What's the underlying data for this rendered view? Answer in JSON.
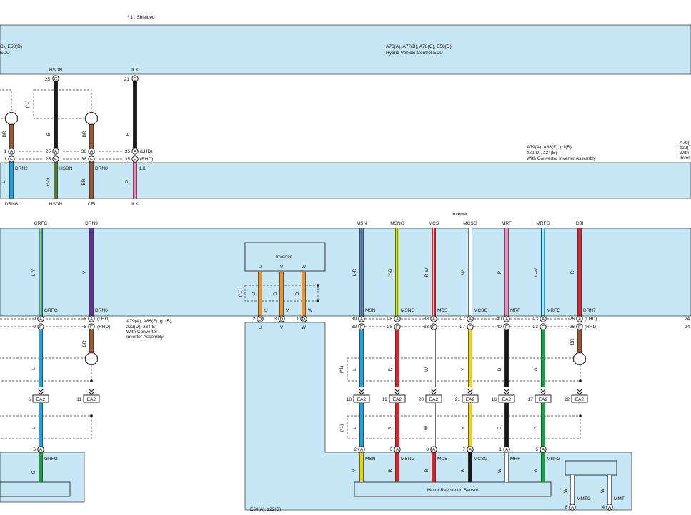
{
  "note": "* 1 : Shielded",
  "ecu_top_left": {
    "line1": "C), E58(D)",
    "line2": "ECU"
  },
  "ecu_top_right": {
    "line1": "A76(A), A77(B), A78(C), E58(D)",
    "line2": "Hybrid Vehicle Control ECU"
  },
  "shield_label": "(*1)",
  "lhd": "(LHD)",
  "rhd": "(RHD)",
  "conv_top": {
    "line1": "A79(A), A88(F), g1(B),",
    "line2": "z22(D), z24(E)",
    "line3": "With Converter Inverter Assembly"
  },
  "conv_top_right": {
    "line1": "A79(",
    "line2": "z22(",
    "line3": "With",
    "line4": "Inver"
  },
  "conv_mid": {
    "line1": "A79(A), A88(F), g1(B),",
    "line2": "z22(D), z24(E)",
    "line3": "With Converter",
    "line4": "Inverter Assembly"
  },
  "inverter_title": "Inverter",
  "inverter_box": "Inverter",
  "sensor_box": "Motor Revolution Sensor",
  "bottom_label": "E63(A), z22(D)",
  "connector": "EA2",
  "top_wires": [
    {
      "sig": "",
      "pin": "",
      "color": "BR",
      "mid_pin_a": "1",
      "mid_pin_f": "1",
      "lower": "L",
      "name": "DRN2",
      "bottom": "DRNB"
    },
    {
      "sig": "HSDN",
      "pin": "25",
      "color": "B",
      "mid_pin_a": "25",
      "mid_pin_f": "25",
      "lower": "G-R",
      "name": "HSDN",
      "bottom": "HSDN"
    },
    {
      "sig": "",
      "pin": "",
      "color": "BR",
      "mid_pin_a": "36",
      "mid_pin_f": "36",
      "lower": "BR",
      "name": "DRN8",
      "bottom": "CEI"
    },
    {
      "sig": "ILK",
      "pin": "21",
      "color": "B",
      "mid_pin_a": "35",
      "mid_pin_f": "35",
      "lower": "P",
      "name": "ILKI",
      "bottom": "ILK"
    }
  ],
  "mid_left_wires": [
    {
      "sig": "GRFG",
      "color": "L-Y",
      "name": "GRFG",
      "pin_a": "9",
      "pin_f": "9",
      "lower": "L",
      "ea2": "6",
      "lower2": "L",
      "end_pin": "5",
      "end_color": "G",
      "end_name": "GRFG"
    },
    {
      "sig": "DRN9",
      "color": "V",
      "name": "DRN6",
      "pin_a": "8",
      "pin_f": "8",
      "lower": "BR",
      "ea2": "11"
    }
  ],
  "inverter_uvw": [
    {
      "name": "U",
      "color": "O",
      "pin": "2"
    },
    {
      "name": "V",
      "color": "O",
      "pin": "3"
    },
    {
      "name": "W",
      "color": "O",
      "pin": "1"
    }
  ],
  "right_wires": [
    {
      "sig": "MSN",
      "color": "L-R",
      "name": "MSN",
      "pin_a": "39",
      "pin_f": "39",
      "lower": "L",
      "ea2": "18",
      "lower2": "L",
      "end_pin": "2",
      "end_color": "Y",
      "end_name": "MSN"
    },
    {
      "sig": "MSNG",
      "color": "Y-G",
      "name": "MSNG",
      "pin_a": "28",
      "pin_f": "28",
      "lower": "R",
      "ea2": "19",
      "lower2": "R",
      "end_pin": "6",
      "end_color": "R",
      "end_name": "MSNG"
    },
    {
      "sig": "MCS",
      "color": "R-W",
      "name": "MCS",
      "pin_a": "38",
      "pin_f": "38",
      "lower": "W",
      "ea2": "20",
      "lower2": "W",
      "end_pin": "3",
      "end_color": "R",
      "end_name": "MCS"
    },
    {
      "sig": "MCSG",
      "color": "W",
      "name": "MCSG",
      "pin_a": "27",
      "pin_f": "27",
      "lower": "Y",
      "ea2": "21",
      "lower2": "Y",
      "end_pin": "7",
      "end_color": "B",
      "end_name": "MCSG"
    },
    {
      "sig": "MRF",
      "color": "P",
      "name": "MRF",
      "pin_a": "40",
      "pin_f": "40",
      "lower": "B",
      "ea2": "16",
      "lower2": "B",
      "end_pin": "1",
      "end_color": "W",
      "end_name": "MRF"
    },
    {
      "sig": "MRFG",
      "color": "L-W",
      "name": "MRFG",
      "pin_a": "23",
      "pin_f": "23",
      "lower": "G",
      "ea2": "17",
      "lower2": "G",
      "end_pin": "5",
      "end_color": "G",
      "end_name": "MRFG"
    },
    {
      "sig": "CBI",
      "color": "R",
      "name": "DRN7",
      "pin_a": "26",
      "pin_f": "26",
      "lower": "BR",
      "ea2": "22"
    }
  ],
  "right_edge_pins": {
    "a": "24",
    "f": "24"
  },
  "mmt": [
    {
      "color": "W",
      "name": "MMTG",
      "pin": "8"
    },
    {
      "color": "W",
      "name": "MMT",
      "pin": "4"
    }
  ],
  "wire_colors": {
    "B": "#1a1a1a",
    "BR": "#a5552e",
    "L": "#1aa3e6",
    "G": "#13a33e",
    "Y": "#f2d500",
    "R": "#e32128",
    "W": "#ffffff",
    "P": "#f08cbb",
    "V": "#6a2ea0",
    "O": "#f39322",
    "GR": "#a0a0a0",
    "panel": "#c8e7f6"
  }
}
